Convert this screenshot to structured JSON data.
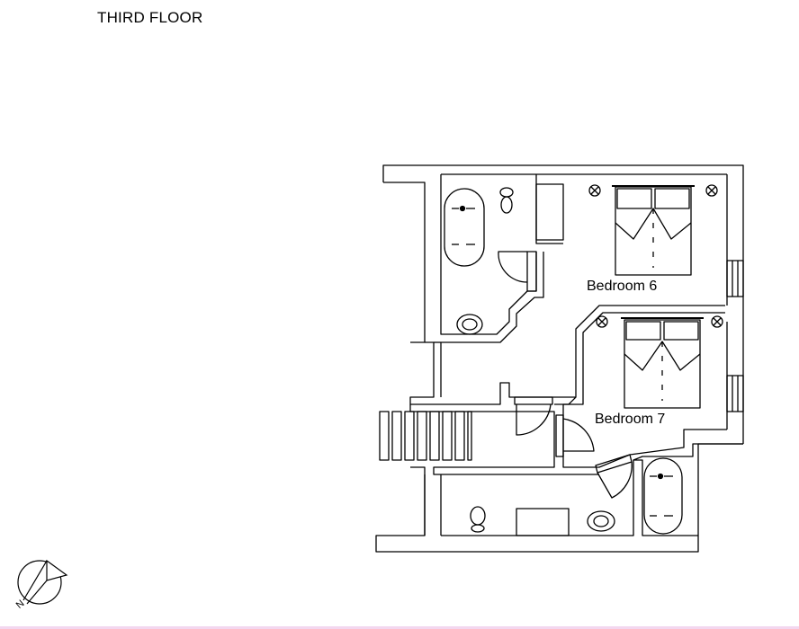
{
  "plan": {
    "floor_title": "THIRD FLOOR",
    "rooms": [
      {
        "id": "bedroom-6",
        "label": "Bedroom 6"
      },
      {
        "id": "bedroom-7",
        "label": "Bedroom 7"
      }
    ],
    "icons": [
      "compass-icon",
      "bathtub-icon",
      "toilet-icon",
      "sink-icon",
      "bed-icon",
      "light-fixture-icon",
      "stairs-icon",
      "door-icon",
      "window-icon"
    ],
    "colors": {
      "line": "#000000",
      "background": "#ffffff",
      "accent_strip": "#f3d7ef"
    }
  }
}
